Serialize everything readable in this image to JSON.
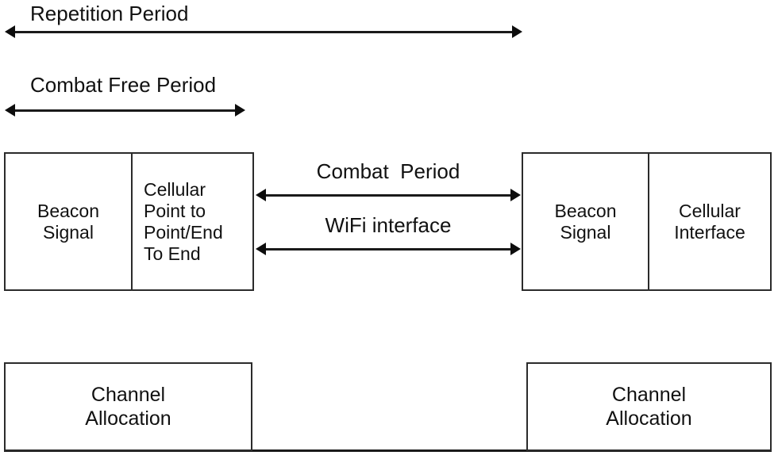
{
  "diagram": {
    "title": "Repetition Period / Combat Free Period frame structure",
    "colors": {
      "stroke": "#2b2b2b",
      "arrow": "#0d0d0d",
      "text": "#111111",
      "background": "#ffffff"
    },
    "timeline_labels": [
      {
        "id": "repetition-period",
        "text": "Repetition Period"
      },
      {
        "id": "combat-free-period",
        "text": "Combat Free Period"
      }
    ],
    "timeline_arrows": [
      {
        "id": "repetition-period-arrow",
        "label": "Repetition Period",
        "style": "double-headed"
      },
      {
        "id": "combat-free-period-arrow",
        "label": "Combat Free Period",
        "style": "double-headed"
      }
    ],
    "left_frame": {
      "id": "left-frame",
      "cells": [
        {
          "id": "left-beacon-signal",
          "text": "Beacon\nSignal"
        },
        {
          "id": "left-cellular-p2p",
          "text": "Cellular\nPoint to\nPoint/End\nTo End"
        }
      ]
    },
    "right_frame": {
      "id": "right-frame",
      "cells": [
        {
          "id": "right-beacon-signal",
          "text": "Beacon\nSignal"
        },
        {
          "id": "right-cellular-interface",
          "text": "Cellular\nInterface"
        }
      ]
    },
    "middle_arrows": [
      {
        "id": "combat-period-arrow",
        "label": "Combat  Period",
        "style": "double-headed"
      },
      {
        "id": "wifi-interface-arrow",
        "label": "WiFi interface",
        "style": "double-headed"
      }
    ],
    "channel_boxes": [
      {
        "id": "left-channel-allocation",
        "text": "Channel\nAllocation"
      },
      {
        "id": "right-channel-allocation",
        "text": "Channel\nAllocation"
      }
    ]
  }
}
